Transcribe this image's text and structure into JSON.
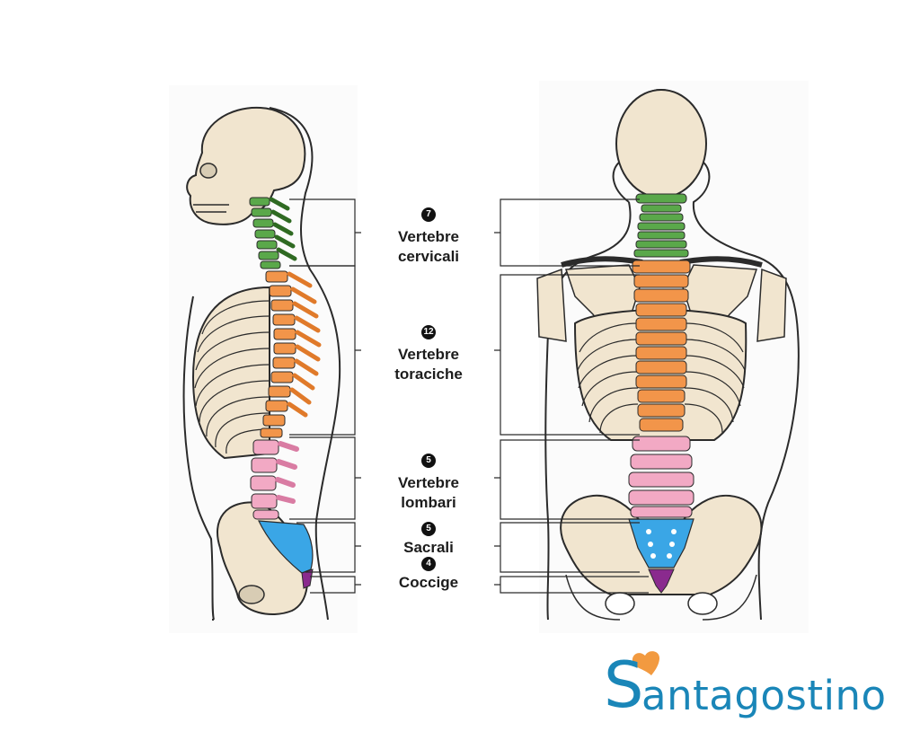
{
  "labels": [
    {
      "key": "cervical",
      "count": "7",
      "line1": "Vertebre",
      "line2": "cervicali",
      "color": "#5aa84a"
    },
    {
      "key": "thoracic",
      "count": "12",
      "line1": "Vertebre",
      "line2": "toraciche",
      "color": "#f2954a"
    },
    {
      "key": "lumbar",
      "count": "5",
      "line1": "Vertebre",
      "line2": "lombari",
      "color": "#f2a9c4"
    },
    {
      "key": "sacral",
      "count": "5",
      "line1": "Sacrali",
      "color": "#3aa6e6"
    },
    {
      "key": "coccyx",
      "count": "4",
      "line1": "Coccige",
      "color": "#8a2a8e"
    }
  ],
  "logo": {
    "initial": "S",
    "rest": "antagostino",
    "text_color": "#1a86b8",
    "heart_color": "#f29a40"
  },
  "colors": {
    "bone": "#f1e5cf",
    "outline": "#2b2b2b",
    "rib_shadow": "#c9c2b6"
  }
}
